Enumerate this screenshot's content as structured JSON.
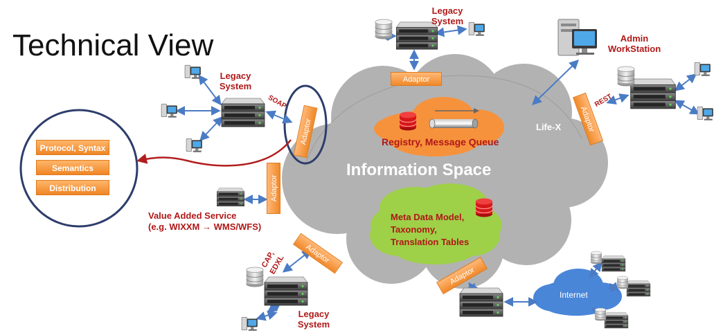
{
  "title": "Technical View",
  "labels": {
    "legacy_top": "Legacy System",
    "legacy_left": "Legacy System",
    "legacy_bottom": "Legacy System",
    "admin": "Admin WorkStation",
    "soap": "SOAP",
    "rest": "REST",
    "cap": "CAP, EDXL",
    "value_added": "Value Added Service",
    "value_added_example": "(e.g. WIXXM → WMS/WFS)",
    "lifex": "Life-X",
    "information_space": "Information Space",
    "registry": "Registry, Message Queue",
    "meta_line1": "Meta Data Model,",
    "meta_line2": "Taxonomy,",
    "meta_line3": "Translation Tables",
    "internet": "Internet"
  },
  "adaptor_label": "Adaptor",
  "adaptors": [
    {
      "id": "adaptor-top",
      "label": "Adaptor"
    },
    {
      "id": "adaptor-soap",
      "label": "Adaptor"
    },
    {
      "id": "adaptor-rest",
      "label": "Adaptor"
    },
    {
      "id": "adaptor-value-added",
      "label": "Adaptor"
    },
    {
      "id": "adaptor-cap",
      "label": "Adaptor"
    },
    {
      "id": "adaptor-internet",
      "label": "Adaptor"
    }
  ],
  "adaptor_stack": [
    "Protocol, Syntax",
    "Semantics",
    "Distribution"
  ],
  "colors": {
    "label_red": "#b01818",
    "adaptor_orange": "#f59a45",
    "cloud_gray": "#b4b4b4",
    "registry_cloud": "#f7923c",
    "meta_cloud": "#9ed048",
    "internet_blue": "#4a86d8",
    "arrow_blue": "#4a7bc4",
    "database_red": "#d61818"
  }
}
